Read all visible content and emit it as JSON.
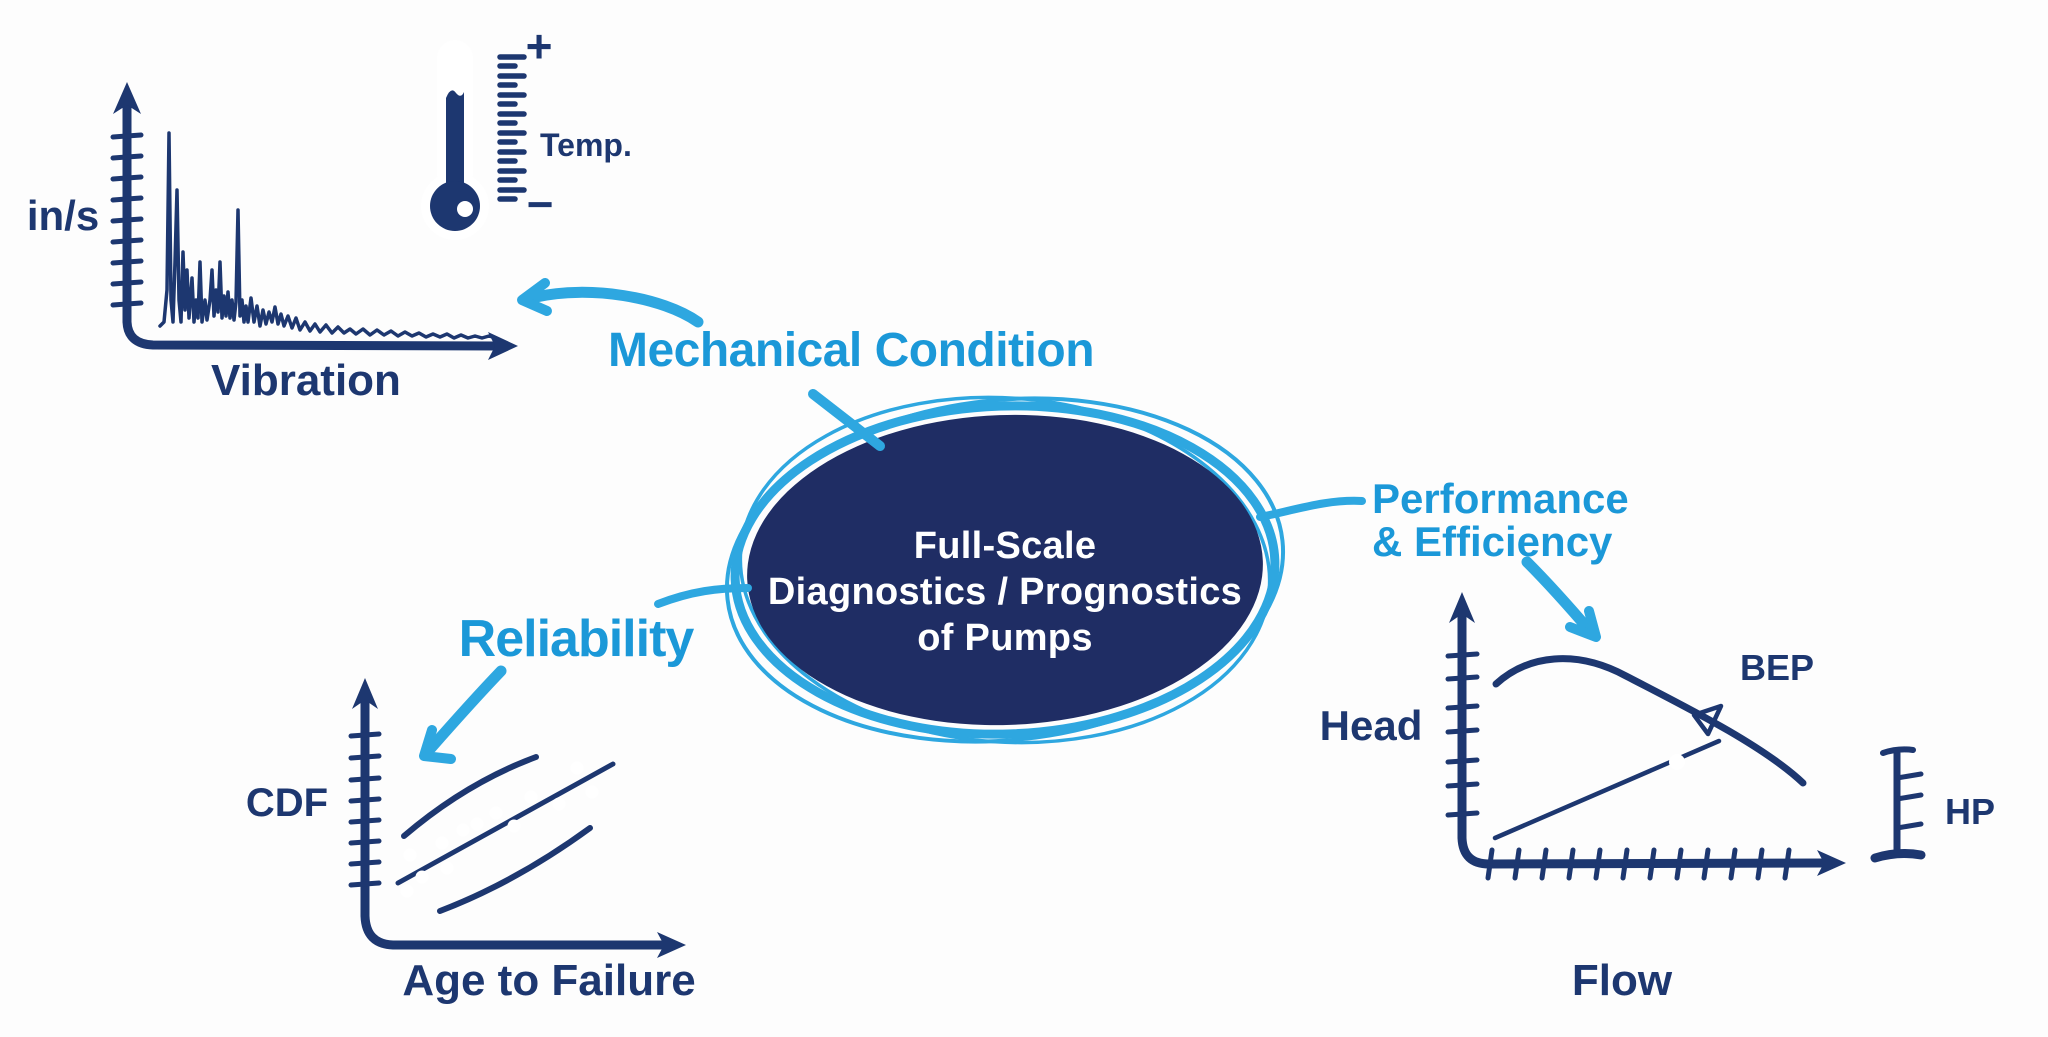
{
  "colors": {
    "background": "#fdfdfd",
    "ink": "#1d3770",
    "ellipse_fill": "#1f2d64",
    "accent": "#1b98d8",
    "accent_stroke": "#2ea7e0"
  },
  "center_ellipse": {
    "line1": "Full-Scale",
    "line2": "Diagnostics / Prognostics",
    "line3": "of Pumps"
  },
  "branches": {
    "mechanical": {
      "label": "Mechanical Condition"
    },
    "performance": {
      "label_line1": "Performance",
      "label_line2": "& Efficiency"
    },
    "reliability": {
      "label": "Reliability"
    }
  },
  "vibration_chart": {
    "ylabel": "in/s",
    "xlabel": "Vibration"
  },
  "temperature_scale": {
    "label": "Temp.",
    "plus": "+",
    "minus": "−"
  },
  "cdf_chart": {
    "ylabel": "CDF",
    "xlabel": "Age to Failure"
  },
  "pump_chart": {
    "ylabel": "Head",
    "xlabel": "Flow",
    "bep_label": "BEP",
    "hp_label": "HP"
  }
}
